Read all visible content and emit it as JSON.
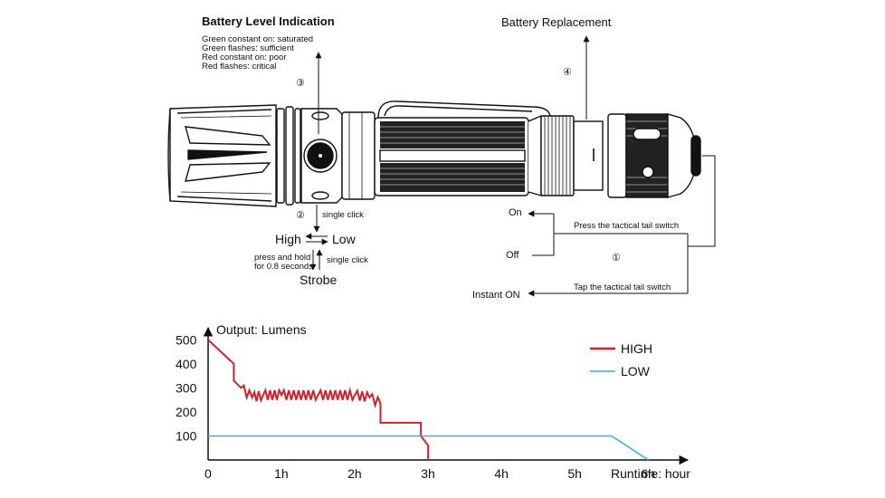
{
  "battery_level": {
    "title": "Battery Level Indication",
    "lines": [
      "Green constant on: saturated",
      "Green flashes: sufficient",
      "Red constant on: poor",
      "Red flashes: critical"
    ],
    "marker": "③"
  },
  "battery_replacement": {
    "title": "Battery Replacement",
    "marker": "④"
  },
  "side_switch": {
    "marker": "②",
    "single_click_top": "single click",
    "high": "High",
    "low": "Low",
    "press_hold": [
      "press and hold",
      "for 0.8 seconds"
    ],
    "single_click_bottom": "single click",
    "strobe": "Strobe"
  },
  "tail_switch": {
    "marker": "①",
    "on": "On",
    "off": "Off",
    "instant_on": "Instant ON",
    "press": "Press the tactical tail switch",
    "tap": "Tap the tactical tail switch"
  },
  "chart_data": {
    "type": "line",
    "ylabel": "Output: Lumens",
    "xlabel": "Runtime: hour",
    "x_ticks": [
      "0",
      "1h",
      "2h",
      "3h",
      "4h",
      "5h",
      "6h"
    ],
    "y_ticks": [
      "100",
      "200",
      "300",
      "400",
      "500"
    ],
    "xlim": [
      0,
      6.5
    ],
    "ylim": [
      0,
      550
    ],
    "legend_position": "top-right",
    "grid": false,
    "series": [
      {
        "name": "HIGH",
        "color": "#d4202a",
        "x": [
          0,
          0.35,
          0.35,
          0.45,
          0.6,
          0.75,
          1.0,
          1.5,
          2.0,
          2.2,
          2.35,
          2.35,
          2.9,
          2.9,
          3.0,
          3.0
        ],
        "y": [
          500,
          400,
          330,
          300,
          260,
          270,
          270,
          270,
          270,
          260,
          235,
          155,
          155,
          100,
          60,
          0
        ]
      },
      {
        "name": "LOW",
        "color": "#3aaed8",
        "x": [
          0,
          5.5,
          5.5,
          6.0
        ],
        "y": [
          100,
          100,
          100,
          0
        ]
      }
    ]
  }
}
